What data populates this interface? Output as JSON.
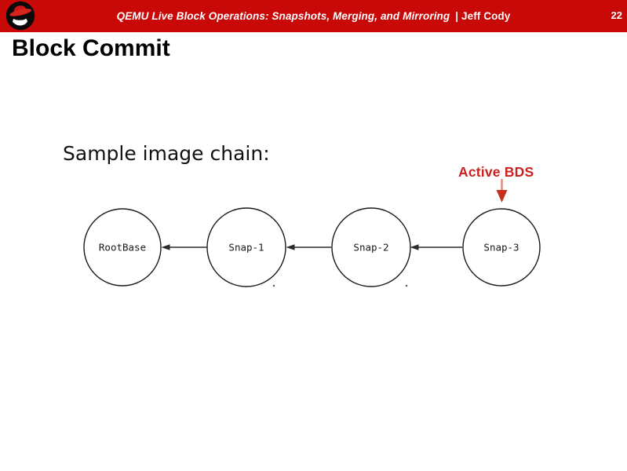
{
  "header": {
    "title": "QEMU Live Block Operations: Snapshots, Merging, and Mirroring",
    "byline": "| Jeff Cody",
    "page_number": "22"
  },
  "slide": {
    "title": "Block Commit",
    "subtitle": "Sample image chain:"
  },
  "diagram": {
    "annotation_label": "Active BDS",
    "annotation_target": "Snap-3",
    "nodes": [
      {
        "label": "RootBase"
      },
      {
        "label": "Snap-1"
      },
      {
        "label": "Snap-2"
      },
      {
        "label": "Snap-3"
      }
    ],
    "edges": [
      {
        "from": "Snap-1",
        "to": "RootBase"
      },
      {
        "from": "Snap-2",
        "to": "Snap-1"
      },
      {
        "from": "Snap-3",
        "to": "Snap-2"
      }
    ]
  },
  "icons": {
    "logo": "redhat-shadowman-logo",
    "annotation_arrow": "red-down-arrow"
  },
  "colors": {
    "header_bar": "#c90808",
    "accent_red": "#cc1f1f",
    "annotation_arrow_head": "#c62f1b",
    "annotation_arrow_stem": "#dd8672",
    "node_stroke": "#1a1a1a",
    "edge_stroke": "#2b2b2b"
  }
}
